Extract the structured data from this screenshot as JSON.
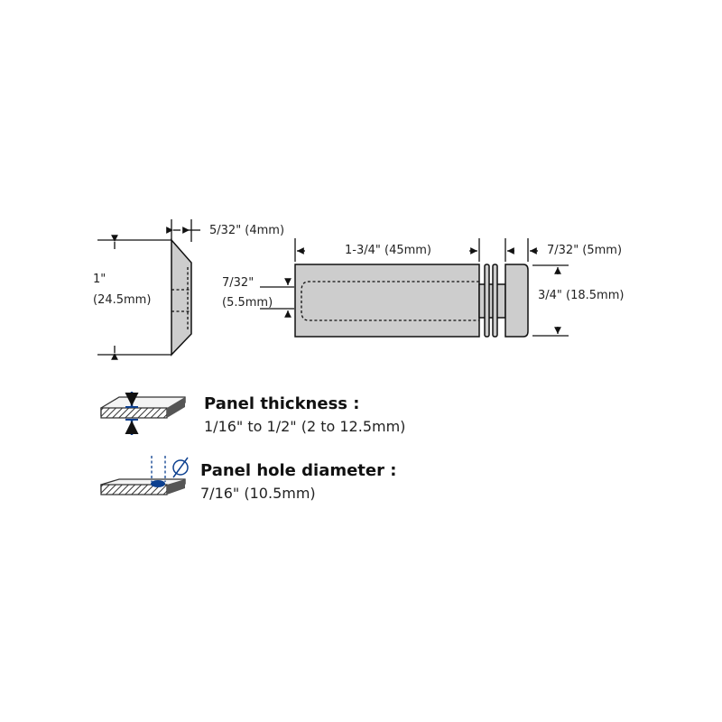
{
  "side_view": {
    "thickness_label": "5/32\" (4mm)",
    "height_in": "1\"",
    "height_mm": "(24.5mm)"
  },
  "front_view": {
    "length_label": "1-3/4\" (45mm)",
    "cap_label": "7/32\" (5mm)",
    "diameter_label": "3/4\" (18.5mm)",
    "slot_in": "7/32\"",
    "slot_mm": "(5.5mm)"
  },
  "specs": [
    {
      "heading": "Panel thickness :",
      "value": "1/16\" to 1/2\" (2 to 12.5mm)"
    },
    {
      "heading": "Panel hole diameter :",
      "value": "7/16\" (10.5mm)"
    }
  ],
  "colors": {
    "part": "#cdcdcd",
    "accent": "#0b3f8f"
  }
}
